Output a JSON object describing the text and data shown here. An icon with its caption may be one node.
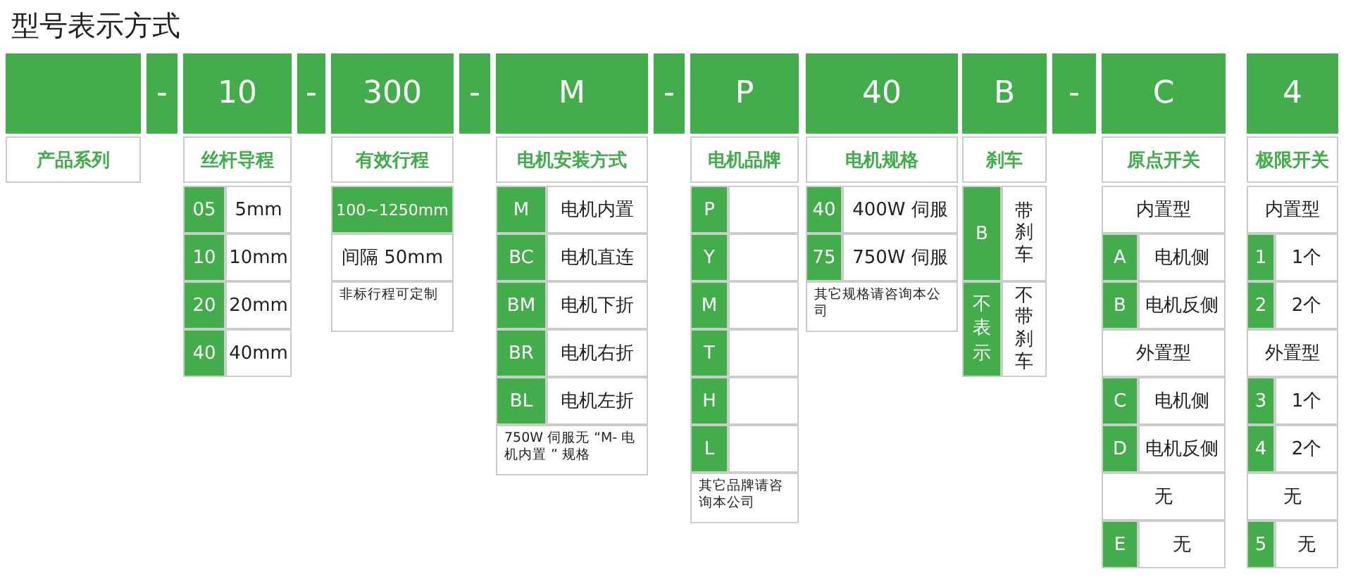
{
  "diagram": {
    "title": "型号表示方式",
    "nodes": [
      {
        "text": [],
        "shape": "box"
      },
      {
        "text": [
          "-"
        ]
      },
      {
        "text": [
          "10"
        ]
      },
      {
        "text": [
          "-"
        ]
      },
      {
        "text": [
          "300"
        ]
      },
      {
        "text": [
          "-"
        ]
      },
      {
        "text": [
          "M"
        ]
      },
      {
        "text": [
          "-"
        ]
      },
      {
        "text": [
          "P"
        ]
      },
      {
        "text": [
          "40"
        ]
      },
      {
        "text": [
          "B"
        ]
      },
      {
        "text": [
          "-"
        ]
      },
      {
        "text": [
          "C"
        ]
      },
      {
        "text": [
          "4"
        ]
      }
    ],
    "labels": [
      "产品系列",
      "丝杆导程",
      "05",
      "5mm",
      "10",
      "10mm",
      "20",
      "20mm",
      "40",
      "40mm",
      "有效行程",
      "100~1250mm",
      "间隔 50mm",
      "非标行程可定制",
      "电机安装方式",
      "M",
      "电机内置",
      "BC",
      "电机直连",
      "BM",
      "电机下折",
      "BR",
      "电机右折",
      "BL",
      "电机左折",
      "750W 伺服无 “M- 电机内置 ” 规格",
      "电机品牌",
      "P",
      "Y",
      "M",
      "T",
      "H",
      "L",
      "其它品牌请咨询本公司",
      "电机规格",
      "40",
      "400W 伺服",
      "75",
      "750W 伺服",
      "其它规格请咨询本公司",
      "刹车",
      "B",
      "带刹车",
      "不表示",
      "不带刹车",
      "原点开关",
      "内置型",
      "A",
      "电机侧",
      "B",
      "电机反侧",
      "外置型",
      "C",
      "电机侧",
      "D",
      "电机反侧",
      "无",
      "E",
      "无",
      "极限开关",
      "内置型",
      "1",
      "1个",
      "2",
      "2个",
      "外置型",
      "3",
      "1个",
      "4",
      "2个",
      "无",
      "5",
      "无"
    ]
  }
}
